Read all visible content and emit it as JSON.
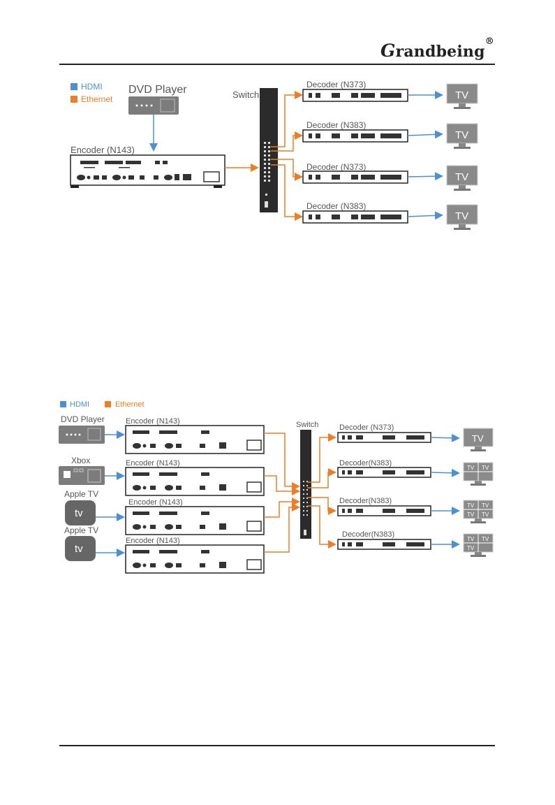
{
  "header": {
    "brand_initial": "G",
    "brand_rest": "randbeing",
    "brand_mark": "®"
  },
  "legend": {
    "hdmi": "HDMI",
    "ethernet": "Ethernet"
  },
  "colors": {
    "hdmi": "#4a90d9",
    "ethernet": "#ef7d24"
  },
  "diagram1": {
    "source": "DVD Player",
    "encoder": "Encoder (N143)",
    "switch": "Switch",
    "decoders": [
      "Decoder (N373)",
      "Decoder (N383)",
      "Decoder (N373)",
      "Decoder (N383)"
    ],
    "tv": "TV"
  },
  "diagram2": {
    "sources": [
      "DVD Player",
      "Xbox",
      "Apple TV",
      "Apple TV"
    ],
    "encoders": [
      "Encoder (N143)",
      "Encoder (N143)",
      "Encoder (N143)",
      "Encoder (N143)"
    ],
    "switch": "Switch",
    "decoders": [
      "Decoder (N373)",
      "Decoder(N383)",
      "Decoder(N383)",
      "Decoder(N383)"
    ],
    "tv": "TV",
    "appletv_logo": "tv"
  }
}
